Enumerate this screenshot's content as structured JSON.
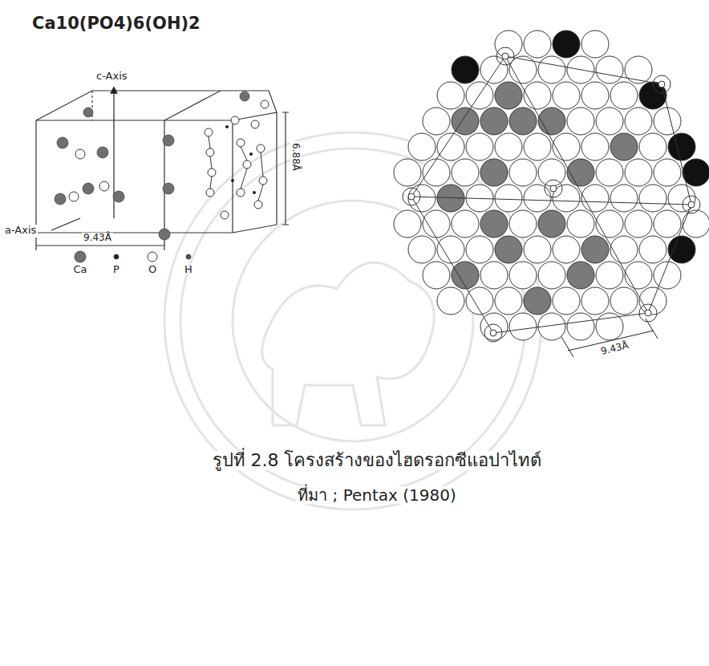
{
  "diagram": {
    "title": "Ca10(PO4)6(OH)2",
    "caption": "รูปที่ 2.8 โครงสร้างของไฮดรอกซีแอปาไทต์",
    "labels": [
      "c-Axis",
      "6.88Å",
      "a-Axis",
      "9.43Å",
      "9.43Å",
      "ที่มา ; Pentax (1980)"
    ],
    "legend": [
      {
        "text": "Ca",
        "color": "#6f6f6f"
      },
      {
        "text": "P",
        "color": "#222222"
      },
      {
        "text": "O"
      },
      {
        "text": "H",
        "color": "#555555"
      }
    ]
  }
}
